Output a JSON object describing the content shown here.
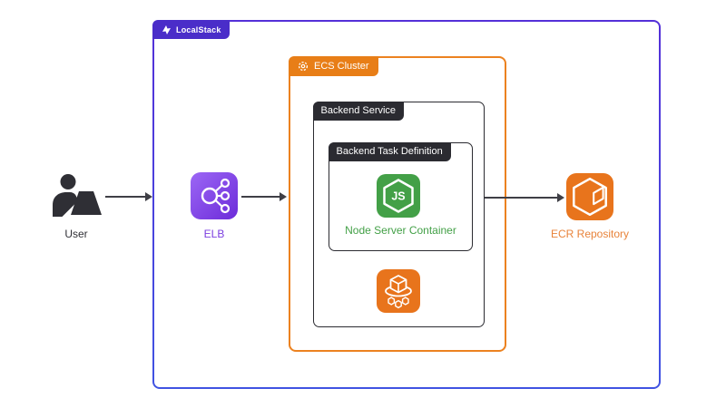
{
  "localstack": {
    "label": "LocalStack",
    "badge_color": "#4a2dc9",
    "border_gradient_top": "#5430d8",
    "border_gradient_bottom": "#4053e2"
  },
  "ecs_cluster": {
    "label": "ECS Cluster",
    "color": "#e87e17"
  },
  "backend_service": {
    "label": "Backend Service",
    "color": "#2b2b31"
  },
  "task_definition": {
    "label": "Backend Task Definition",
    "color": "#2b2b31"
  },
  "nodes": {
    "user": {
      "label": "User",
      "icon": "user-at-laptop-icon",
      "color": "#2f2f35"
    },
    "elb": {
      "label": "ELB",
      "icon": "load-balancer-icon",
      "color": "#7c3fe0"
    },
    "node_server": {
      "label": "Node Server Container",
      "icon": "nodejs-hexagon-icon",
      "color": "#43a047"
    },
    "ecs_service": {
      "icon": "ecs-cube-on-ring-icon",
      "color": "#e8741c"
    },
    "ecr": {
      "label": "ECR Repository",
      "icon": "ecr-cube-icon",
      "color": "#e8741c"
    }
  },
  "arrows": [
    {
      "from": "user",
      "to": "localstack-box"
    },
    {
      "from": "elb",
      "to": "ecs-cluster-box"
    },
    {
      "from": "backend-service-box",
      "to": "ecr"
    }
  ],
  "icons": {
    "localstack_badge": "localstack-logo-icon",
    "ecs_badge": "cluster-ring-icon"
  }
}
